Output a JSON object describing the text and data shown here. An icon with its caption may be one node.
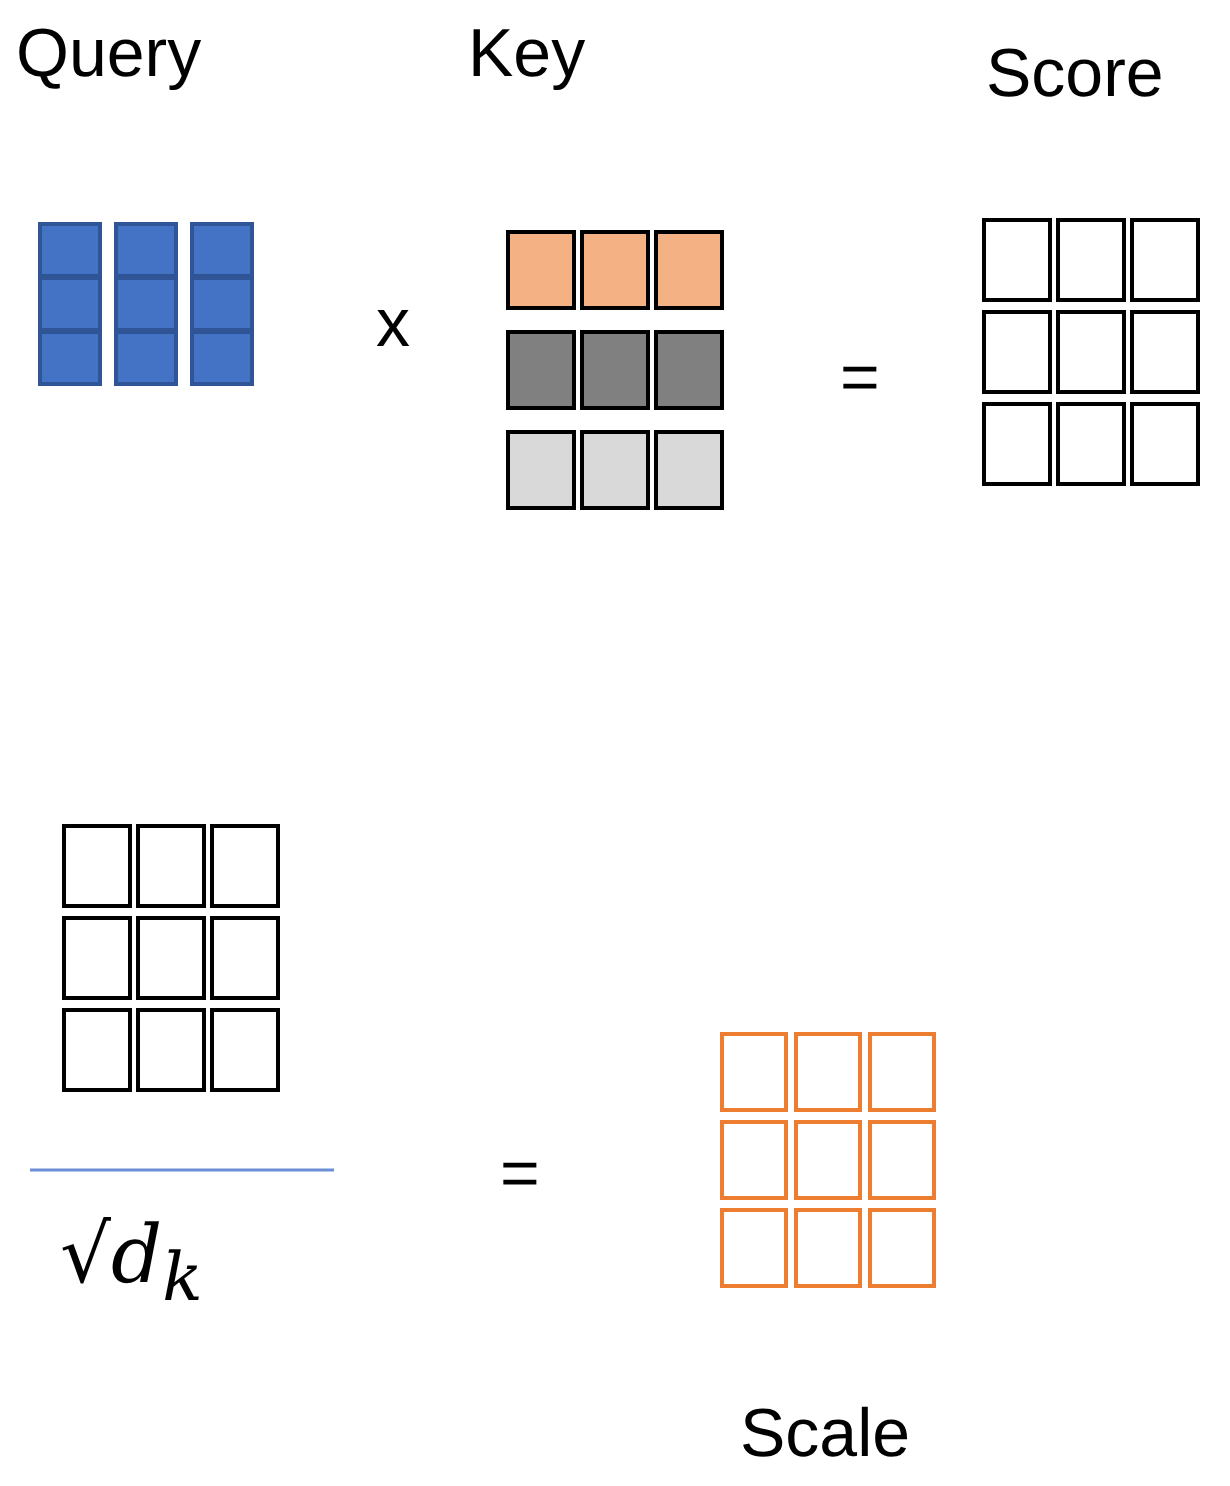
{
  "diagram": {
    "nodes": [
      {
        "text": [
          "Query"
        ]
      },
      {
        "text": [
          "Key"
        ]
      },
      {
        "text": [
          "Score"
        ]
      },
      {
        "text": [],
        "shape": "box"
      },
      {
        "text": [
          "Scale"
        ]
      }
    ],
    "labels": [
      "x",
      "=",
      "=",
      "√d$_{k}$"
    ]
  }
}
